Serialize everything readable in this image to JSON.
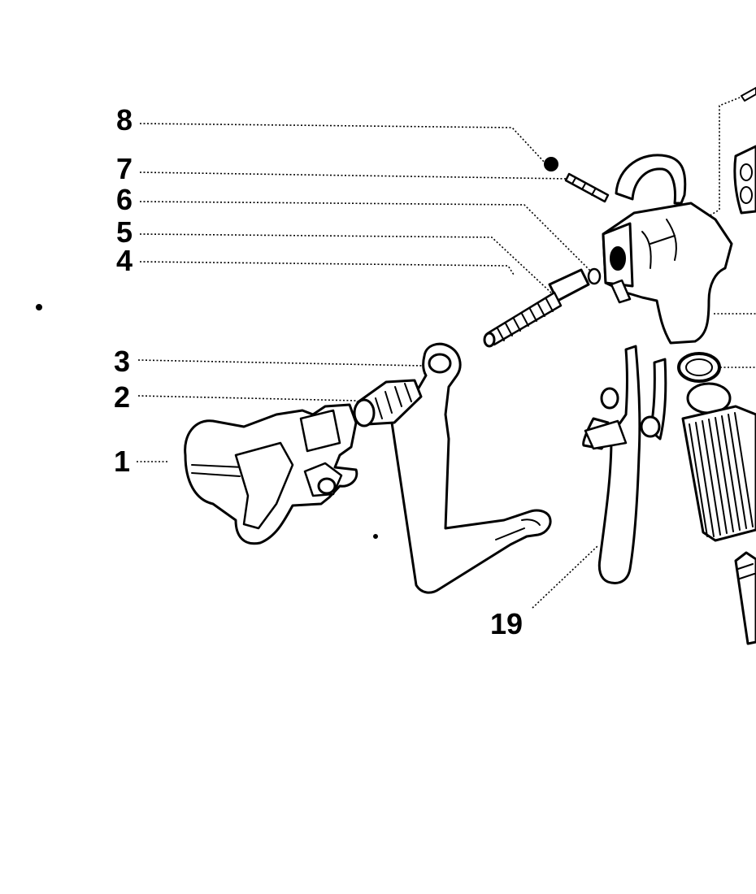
{
  "callouts": [
    {
      "id": "8",
      "label": "8"
    },
    {
      "id": "7",
      "label": "7"
    },
    {
      "id": "6",
      "label": "6"
    },
    {
      "id": "5",
      "label": "5"
    },
    {
      "id": "4",
      "label": "4"
    },
    {
      "id": "3",
      "label": "3"
    },
    {
      "id": "2",
      "label": "2"
    },
    {
      "id": "1",
      "label": "1"
    },
    {
      "id": "19",
      "label": "19"
    }
  ],
  "colors": {
    "line": "#000000",
    "background": "#ffffff"
  }
}
